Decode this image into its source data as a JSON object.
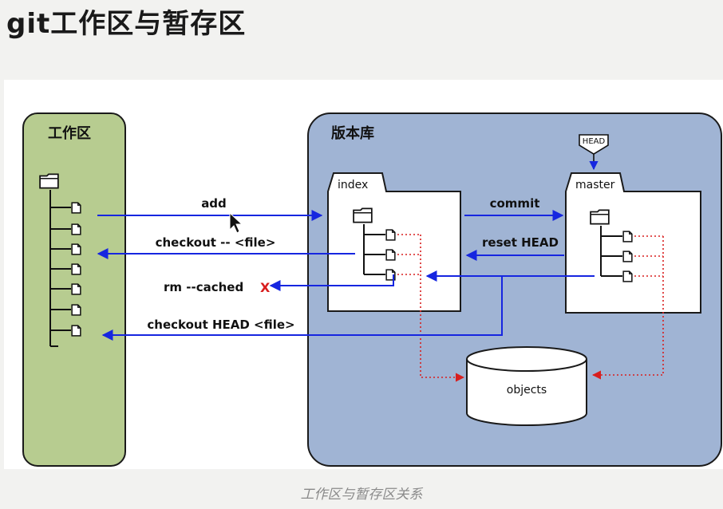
{
  "page": {
    "title": "git工作区与暂存区",
    "caption": "工作区与暂存区关系"
  },
  "diagram": {
    "workspace": {
      "label": "工作区"
    },
    "repository": {
      "label": "版本库"
    },
    "index": {
      "label": "index"
    },
    "master": {
      "label": "master"
    },
    "head": {
      "label": "HEAD"
    },
    "objects": {
      "label": "objects"
    },
    "commands": {
      "add": "add",
      "checkout_file": "checkout -- <file>",
      "rm_cached": "rm --cached",
      "rm_cached_mark": "X",
      "checkout_head": "checkout HEAD <file>",
      "commit": "commit",
      "reset_head": "reset HEAD"
    },
    "colors": {
      "workspace_fill": "#b7cc90",
      "repository_fill": "#a0b4d4",
      "arrow_blue": "#1626e0",
      "arrow_red": "#d81e1e"
    }
  }
}
